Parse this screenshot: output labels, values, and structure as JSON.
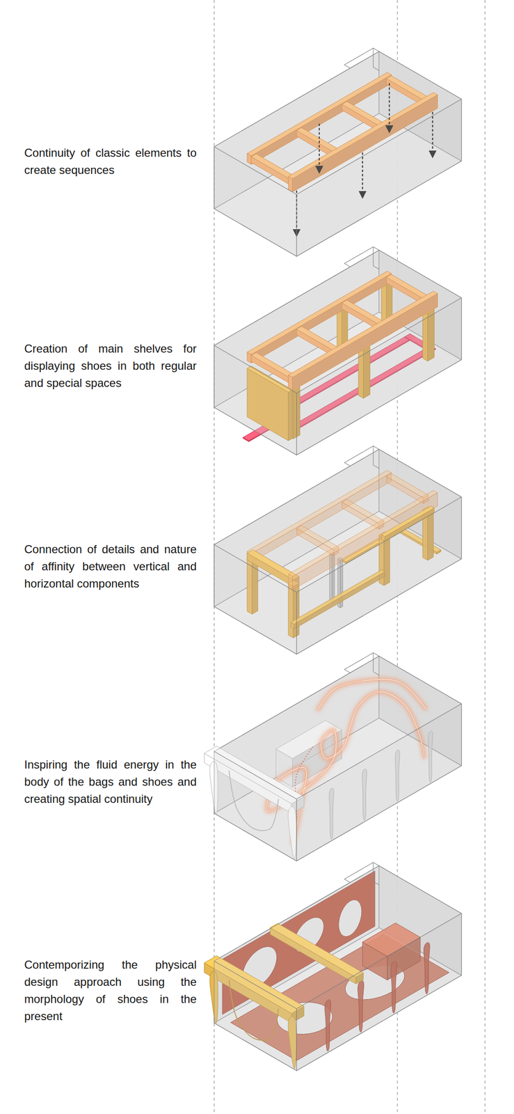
{
  "diagram": {
    "labels": [
      "Continuity of classic elements to create sequences",
      "Creation of main shelves for displaying shoes in both regular and special spaces",
      "Connection of details and nature of affinity between vertical and horizontal components",
      "Inspiring the fluid energy in the body of the bags and shoes and creating spatial continuity",
      "Contemporizing the physical design approach using the morphology of shoes in the present"
    ]
  }
}
